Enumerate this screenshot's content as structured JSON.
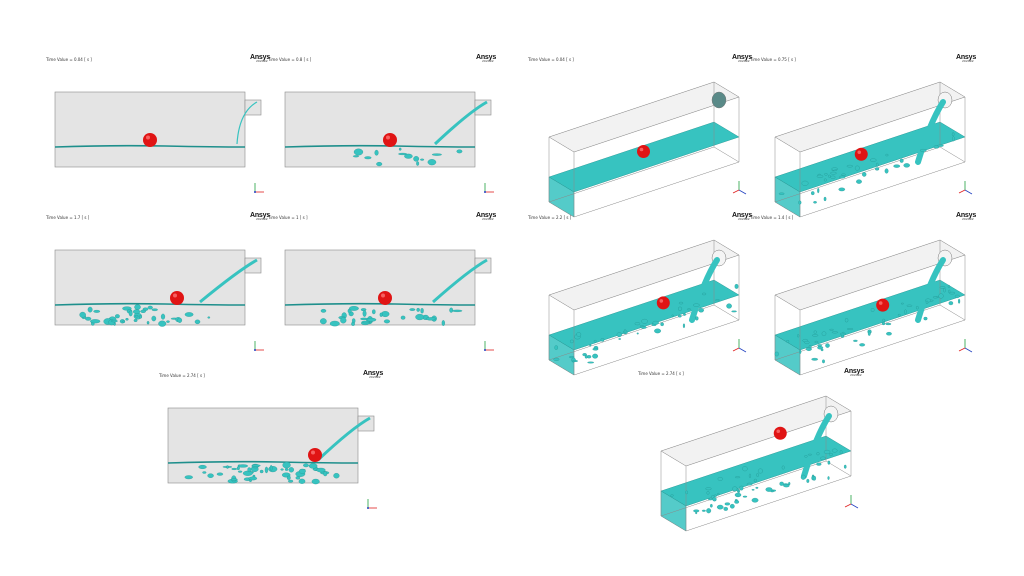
{
  "colors": {
    "water": "#37c3c0",
    "water_dark": "#1e8f8c",
    "ball": "#e01414",
    "tank_fill": "#e4e4e4",
    "tank_edge": "#8a8a8a",
    "axis_x": "#e02020",
    "axis_y": "#20a040",
    "axis_z": "#2040c0"
  },
  "brand": {
    "name": "Ansys",
    "version": "2024R2"
  },
  "panels_2d": [
    {
      "time_label": "Time Value = 0.04 [ s ]"
    },
    {
      "time_label": "Time Value = 0.8 [ s ]"
    },
    {
      "time_label": "Time Value = 1.7 [ s ]"
    },
    {
      "time_label": "Time Value = 1 [ s ]"
    },
    {
      "time_label": "Time Value = 2.74 [ s ]"
    }
  ],
  "panels_3d": [
    {
      "time_label": "Time Value = 0.04 [ s ]"
    },
    {
      "time_label": "Time Value = 0.75 [ s ]"
    },
    {
      "time_label": "Time Value = 2.2 [ s ]"
    },
    {
      "time_label": "Time Value = 1.4 [ s ]"
    },
    {
      "time_label": "Time Value = 2.74 [ s ]"
    }
  ]
}
